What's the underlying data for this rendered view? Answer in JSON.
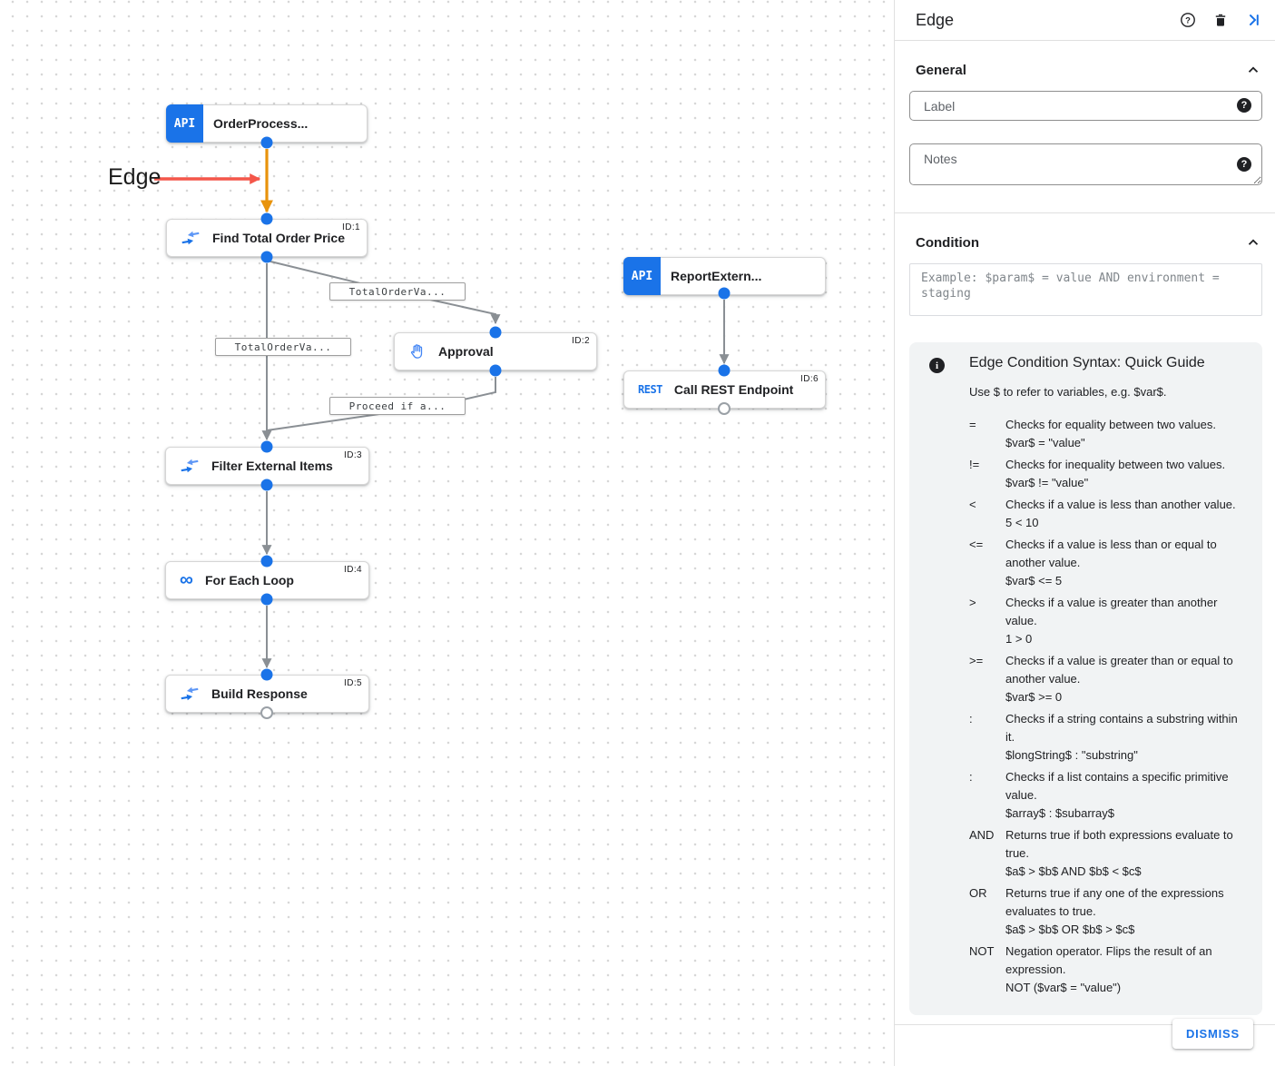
{
  "colors": {
    "accent_blue": "#1a73e8",
    "selected_edge_orange": "#e8930c",
    "annotation_red": "#f4564a",
    "edge_gray": "#8a8f94",
    "guide_bg": "#f1f3f4"
  },
  "icons": {
    "help_glyph": "?",
    "info_glyph": "i",
    "infinity_glyph": "∞"
  },
  "canvas": {
    "annotation": {
      "label": "Edge"
    },
    "nodes": [
      {
        "badge": "API",
        "title": "OrderProcess...",
        "id": ""
      },
      {
        "icon": "data-mapping-icon",
        "title": "Find Total Order Price",
        "id": "ID:1"
      },
      {
        "icon": "hand-icon",
        "title": "Approval",
        "id": "ID:2"
      },
      {
        "icon": "data-mapping-icon",
        "title": "Filter External Items",
        "id": "ID:3"
      },
      {
        "icon": "loop-icon",
        "title": "For Each Loop",
        "id": "ID:4"
      },
      {
        "icon": "data-mapping-icon",
        "title": "Build Response",
        "id": "ID:5"
      },
      {
        "badge": "API",
        "title": "ReportExtern...",
        "id": ""
      },
      {
        "icon": "rest-icon",
        "badge": "REST",
        "title": "Call REST Endpoint",
        "id": "ID:6"
      }
    ],
    "edge_labels": [
      "TotalOrderVa...",
      "TotalOrderVa...",
      "Proceed if a..."
    ]
  },
  "panel": {
    "title": "Edge",
    "general": {
      "title": "General",
      "label_placeholder": "Label",
      "notes_placeholder": "Notes"
    },
    "condition": {
      "title": "Condition",
      "placeholder": "Example: $param$ = value AND environment = staging"
    },
    "guide": {
      "title": "Edge Condition Syntax: Quick Guide",
      "intro": "Use $ to refer to variables, e.g. $var$.",
      "rows": [
        {
          "op": "=",
          "desc": "Checks for equality between two values.",
          "example": "$var$ = \"value\""
        },
        {
          "op": "!=",
          "desc": "Checks for inequality between two values.",
          "example": "$var$ != \"value\""
        },
        {
          "op": "<",
          "desc": "Checks if a value is less than another value.",
          "example": "5 < 10"
        },
        {
          "op": "<=",
          "desc": "Checks if a value is less than or equal to another value.",
          "example": "$var$ <= 5"
        },
        {
          "op": ">",
          "desc": "Checks if a value is greater than another value.",
          "example": "1 > 0"
        },
        {
          "op": ">=",
          "desc": "Checks if a value is greater than or equal to another value.",
          "example": "$var$ >= 0"
        },
        {
          "op": ":",
          "desc": "Checks if a string contains a substring within it.",
          "example": "$longString$ : \"substring\""
        },
        {
          "op": ":",
          "desc": "Checks if a list contains a specific primitive value.",
          "example": "$array$ : $subarray$"
        },
        {
          "op": "AND",
          "desc": "Returns true if both expressions evaluate to true.",
          "example": "$a$ > $b$ AND $b$ < $c$"
        },
        {
          "op": "OR",
          "desc": "Returns true if any one of the expressions evaluates to true.",
          "example": "$a$ > $b$ OR $b$ > $c$"
        },
        {
          "op": "NOT",
          "desc": "Negation operator. Flips the result of an expression.",
          "example": "NOT ($var$ = \"value\")"
        }
      ]
    },
    "dismiss_label": "DISMISS"
  }
}
